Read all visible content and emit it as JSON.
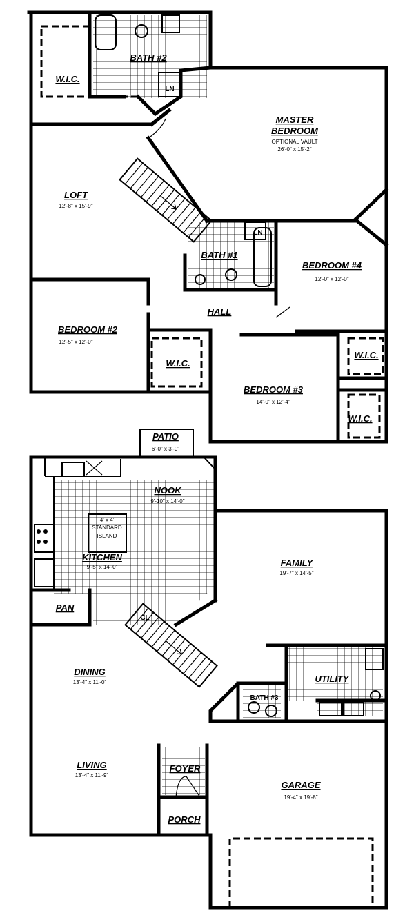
{
  "upper_floor": {
    "wic_1": {
      "name": "W.I.C."
    },
    "bath_2": {
      "name": "BATH #2"
    },
    "linen_1": {
      "name": "LN"
    },
    "master": {
      "name_1": "MASTER",
      "name_2": "BEDROOM",
      "note": "OPTIONAL VAULT",
      "dims": "26'-0\" x 15'-2\""
    },
    "loft": {
      "name": "LOFT",
      "dims": "12'-8\" x 15'-9\""
    },
    "bath_1": {
      "name": "BATH #1"
    },
    "linen_2": {
      "name": "LN"
    },
    "bedroom_4": {
      "name": "BEDROOM #4",
      "dims": "12'-0\" x 12'-0\""
    },
    "hall": {
      "name": "HALL"
    },
    "bedroom_2": {
      "name": "BEDROOM #2",
      "dims": "12'-5\" x 12'-0\""
    },
    "wic_2": {
      "name": "W.I.C."
    },
    "bedroom_3": {
      "name": "BEDROOM #3",
      "dims": "14'-0\" x 12'-4\""
    },
    "wic_3": {
      "name": "W.I.C."
    },
    "wic_4": {
      "name": "W.I.C."
    }
  },
  "lower_floor": {
    "patio": {
      "name": "PATIO",
      "dims": "6'-0\" x 3'-0\""
    },
    "nook": {
      "name": "NOOK",
      "dims": "9'-10\" x 14'-0\""
    },
    "island": {
      "line_1": "4' x 4'",
      "line_2": "STANDARD",
      "line_3": "ISLAND"
    },
    "kitchen": {
      "name": "KITCHEN",
      "dims": "9'-5\" x 14'-0\""
    },
    "pantry": {
      "name": "PAN"
    },
    "closet": {
      "name": "CL"
    },
    "family": {
      "name": "FAMILY",
      "dims": "19'-7\" x 14'-5\""
    },
    "dining": {
      "name": "DINING",
      "dims": "13'-4\" x 11'-0\""
    },
    "utility": {
      "name": "UTILITY"
    },
    "bath_3": {
      "name": "BATH #3"
    },
    "living": {
      "name": "LIVING",
      "dims": "13'-4\" x 11'-9\""
    },
    "foyer": {
      "name": "FOYER"
    },
    "garage": {
      "name": "GARAGE",
      "dims": "19'-4\" x 19'-8\""
    },
    "porch": {
      "name": "PORCH"
    }
  }
}
